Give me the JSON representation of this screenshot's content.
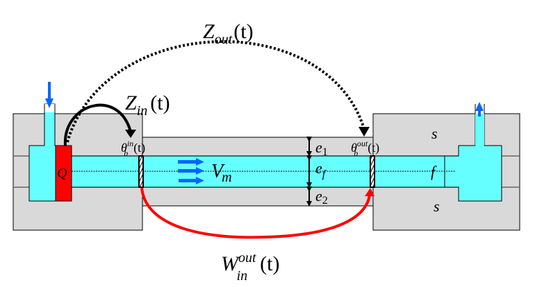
{
  "diagram": {
    "title": "Microchannel flow with heater and temperature sensors",
    "colors": {
      "solid": "#d9d9d9",
      "fluid": "#66ffff",
      "heater": "#ff0000",
      "flow_arrow": "#0066ff",
      "z_in_arrow": "#000000",
      "z_out_arrow": "#000000",
      "w_arrow": "#ff0000"
    },
    "labels": {
      "z_out": {
        "main": "Z",
        "sub": "out",
        "arg": "(t)"
      },
      "z_in": {
        "main": "Z",
        "sub": "in",
        "arg": "(t)"
      },
      "theta_in": {
        "main": "θ",
        "sub": "b",
        "sup": "in",
        "arg": "(t)"
      },
      "theta_out": {
        "main": "θ",
        "sub": "b",
        "sup": "out",
        "arg": "(t)"
      },
      "heater": "Q",
      "velocity": {
        "main": "V",
        "sub": "m"
      },
      "e1": {
        "main": "e",
        "sub": "1"
      },
      "ef": {
        "main": "e",
        "sub": "f"
      },
      "e2": {
        "main": "e",
        "sub": "2"
      },
      "solid_top": "s",
      "solid_bottom": "s",
      "fluid": "f",
      "w": {
        "main": "W",
        "sub": "in",
        "sup": "out",
        "arg": "(t)"
      }
    }
  }
}
